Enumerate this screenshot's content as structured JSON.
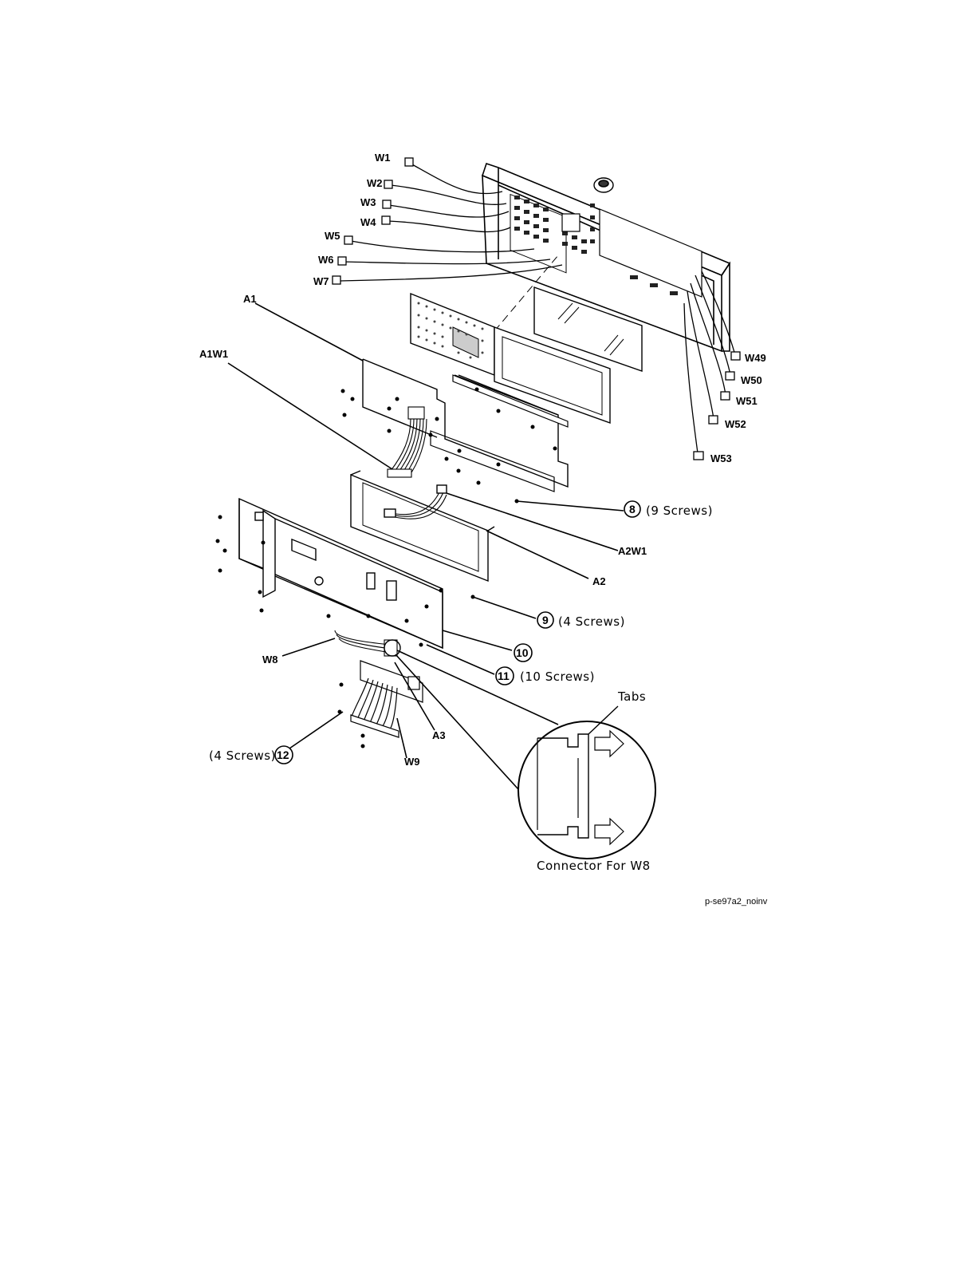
{
  "cable_labels": {
    "w1": "W1",
    "w2": "W2",
    "w3": "W3",
    "w4": "W4",
    "w5": "W5",
    "w6": "W6",
    "w7": "W7",
    "w49": "W49",
    "w50": "W50",
    "w51": "W51",
    "w52": "W52",
    "w53": "W53",
    "w8": "W8",
    "w9": "W9"
  },
  "assembly_labels": {
    "a1": "A1",
    "a1w1": "A1W1",
    "a2w1": "A2W1",
    "a2": "A2",
    "a3": "A3"
  },
  "callouts": {
    "c8": {
      "number": "8",
      "note": "(9 Screws)"
    },
    "c9": {
      "number": "9",
      "note": "(4 Screws)"
    },
    "c10": {
      "number": "10"
    },
    "c11": {
      "number": "11",
      "note": "(10 Screws)"
    },
    "c12": {
      "number": "12",
      "note": "(4 Screws)"
    }
  },
  "detail": {
    "tabs_label": "Tabs",
    "caption": "Connector For W8"
  },
  "figure_id": "p-se97a2_noinv"
}
